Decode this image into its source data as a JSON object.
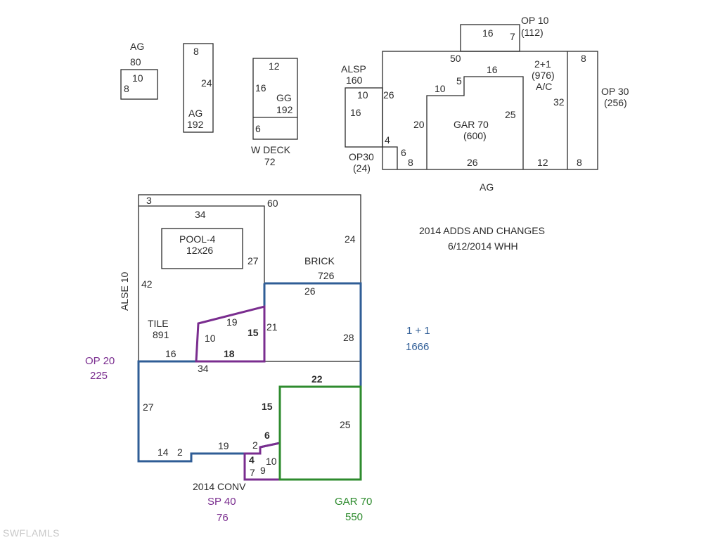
{
  "watermark": "SWFLAMLS",
  "labels": {
    "ag_a_title": "AG",
    "ag_a_area": "80",
    "ag_a_side1": "10",
    "ag_a_side2": "8",
    "ag_b_top": "8",
    "ag_b_side": "24",
    "ag_b_title": "AG",
    "ag_b_area": "192",
    "gg_top": "12",
    "gg_side": "16",
    "gg_title": "GG",
    "gg_area": "192",
    "deck_side": "6",
    "deck_title": "W DECK",
    "deck_area": "72",
    "op10_title": "OP 10",
    "op10_area": "(112)",
    "op10_w": "16",
    "op10_h": "7",
    "top50": "50",
    "alsp_title": "ALSP",
    "alsp_area": "160",
    "alsp_w": "10",
    "alsp_h": "26",
    "alsp_16": "16",
    "dim_4": "4",
    "op30s_title": "OP30",
    "op30s_area": "(24)",
    "dim_6": "6",
    "dim_8a": "8",
    "dim_10": "10",
    "dim_5": "5",
    "dim_16b": "16",
    "dim_20": "20",
    "gar_title": "GAR 70",
    "gar_area": "(600)",
    "dim_25": "25",
    "dim_26": "26",
    "ac_title": "2+1",
    "ac_area": "(976)",
    "ac_sub": "A/C",
    "dim_32": "32",
    "dim_12": "12",
    "dim_8b": "8",
    "dim_8c": "8",
    "op30_title": "OP 30",
    "op30_area": "(256)",
    "ag_bottom": "AG",
    "note_line1": "2014 ADDS AND CHANGES",
    "note_line2": "6/12/2014 WHH",
    "dim_3": "3",
    "dim_34a": "34",
    "dim_60": "60",
    "pool_title": "POOL-4",
    "pool_size": "12x26",
    "dim_27a": "27",
    "dim_24": "24",
    "alse": "ALSE 10",
    "dim_42": "42",
    "brick_title": "BRICK",
    "brick_area": "726",
    "dim_26b": "26",
    "tile_title": "TILE",
    "tile_area": "891",
    "dim_19a": "19",
    "dim_15a": "15",
    "dim_21": "21",
    "dim_10a": "10",
    "dim_18": "18",
    "dim_28": "28",
    "dim_16c": "16",
    "dim_34b": "34",
    "blue_title": "1 + 1",
    "blue_area": "1666",
    "op20_title": "OP 20",
    "op20_area": "225",
    "dim_22": "22",
    "dim_27b": "27",
    "dim_15b": "15",
    "dim_25b": "25",
    "dim_6b": "6",
    "dim_19b": "19",
    "dim_2a": "2",
    "dim_14": "14",
    "dim_2b": "2",
    "dim_4b": "4",
    "dim_10b": "10",
    "dim_7": "7",
    "dim_9": "9",
    "conv_title": "2014 CONV",
    "sp_title": "SP 40",
    "sp_area": "76",
    "gar2_title": "GAR 70",
    "gar2_area": "550"
  }
}
